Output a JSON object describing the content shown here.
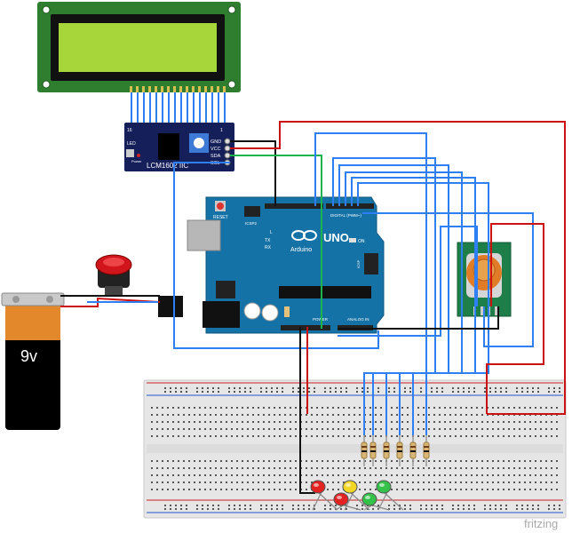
{
  "lcd": {
    "module_label": "LCM1602 IIC",
    "pin_gnd": "GND",
    "pin_vcc": "VCC",
    "pin_sda": "SDA",
    "pin_scl": "SCL",
    "led_label": "LED",
    "power_label": "Power",
    "pin16": "16",
    "pin1": "1"
  },
  "arduino": {
    "brand_label": "Arduino",
    "model_label": "UNO",
    "reset_label": "RESET",
    "icsp_label": "ICSP2",
    "on_label": "ON",
    "digital_label": "DIGITAL (PWM~)",
    "power_label": "POWER",
    "analog_label": "ANALOG IN",
    "icsp2_label": "ICSP",
    "l_label": "L",
    "tx_label": "TX",
    "rx_label": "RX"
  },
  "battery": {
    "label": "9v",
    "body_color": "#000000",
    "band_color": "#e3892b",
    "cap_color": "#c9c9c9"
  },
  "button": {
    "cap_color": "#d0151c"
  },
  "sensor": {
    "body_color": "#1e7e4a",
    "ring_color": "#e07b28"
  },
  "leds": [
    {
      "color": "#e32222"
    },
    {
      "color": "#e32222"
    },
    {
      "color": "#f2d525"
    },
    {
      "color": "#35c24a"
    },
    {
      "color": "#35c24a"
    }
  ],
  "wire_colors": {
    "blue": "#2d7ff3",
    "red": "#cc1111",
    "green": "#1bb34b",
    "black": "#111111"
  },
  "watermark": "fritzing"
}
